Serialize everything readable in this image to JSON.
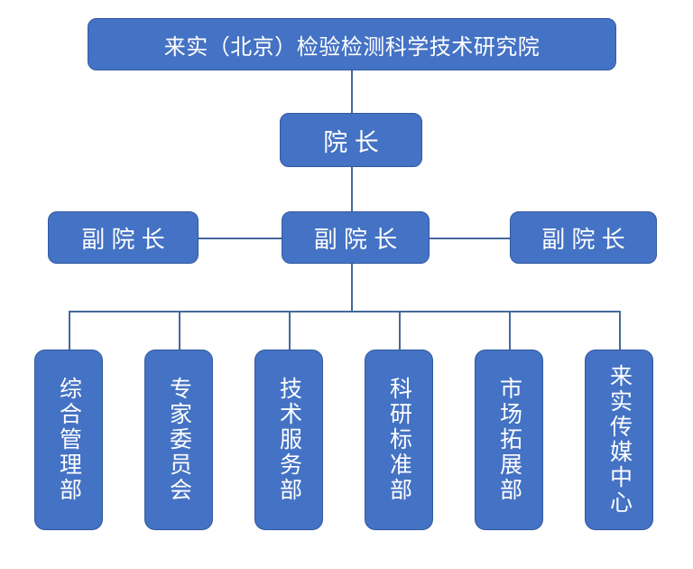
{
  "org_chart": {
    "type": "organization-chart",
    "root": {
      "label": "来实（北京）检验检测科学技术研究院"
    },
    "director": {
      "label": "院 长"
    },
    "vice_directors": [
      {
        "label": "副 院 长"
      },
      {
        "label": "副 院 长"
      },
      {
        "label": "副 院 长"
      }
    ],
    "departments": [
      {
        "label": "综合管理部"
      },
      {
        "label": "专家委员会"
      },
      {
        "label": "技术服务部"
      },
      {
        "label": "科研标准部"
      },
      {
        "label": "市场拓展部"
      },
      {
        "label": "来实传媒中心"
      }
    ],
    "colors": {
      "box_fill": "#4472C4",
      "box_border": "#33599f",
      "connector": "#44699c",
      "text": "#ffffff",
      "background": "#ffffff"
    }
  }
}
